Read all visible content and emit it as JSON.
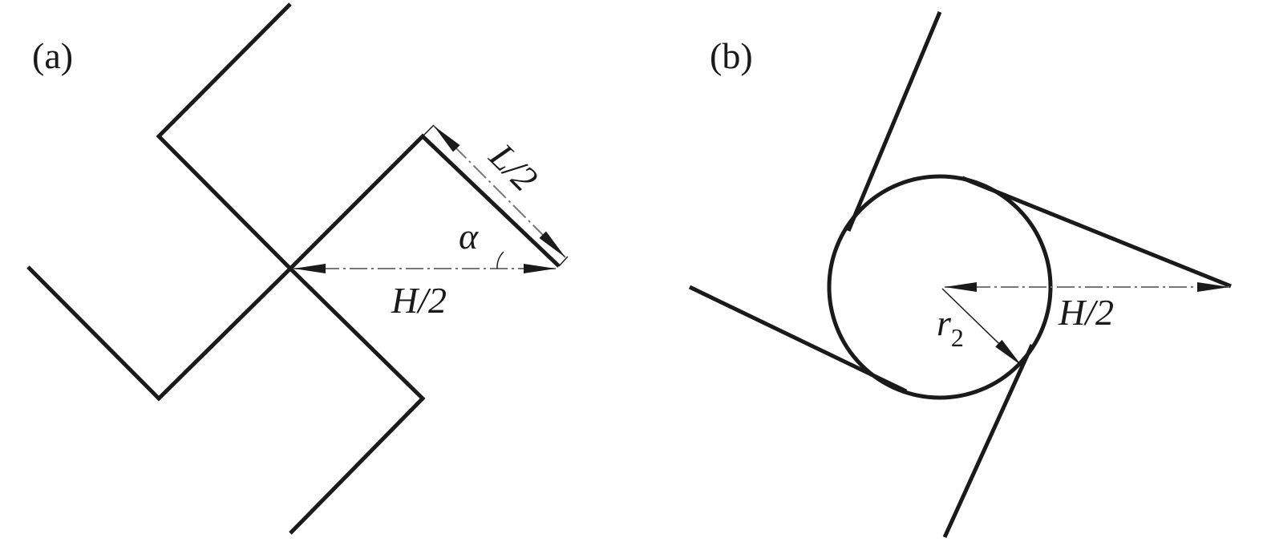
{
  "panel_a": {
    "label": "(a)",
    "dim_length": "L/2",
    "dim_half_width": "H/2",
    "angle": "α"
  },
  "panel_b": {
    "label": "(b)",
    "dim_half_width": "H/2",
    "radius_base": "r",
    "radius_sub": "2"
  }
}
